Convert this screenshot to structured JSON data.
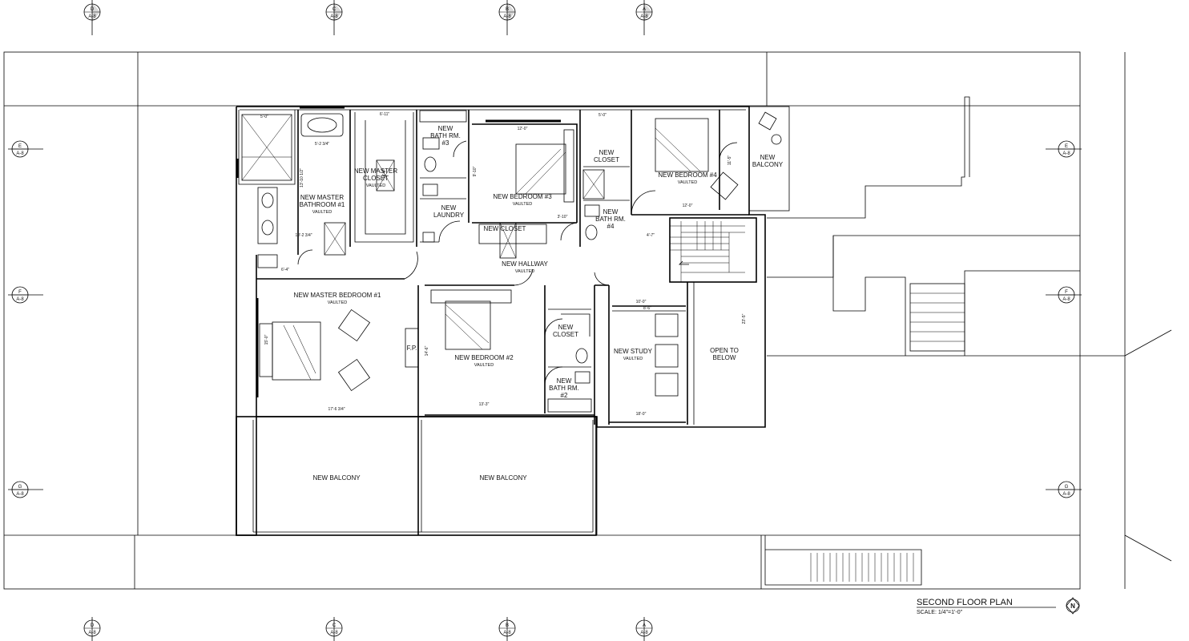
{
  "drawing": {
    "title": "SECOND FLOOR PLAN",
    "scale": "SCALE: 1/4\"=1'-0\"",
    "north_symbol": "N"
  },
  "grid_markers": {
    "top": [
      {
        "letter": "D",
        "sheet": "A-8"
      },
      {
        "letter": "C",
        "sheet": "A-8"
      },
      {
        "letter": "B",
        "sheet": "A-8"
      },
      {
        "letter": "A",
        "sheet": "A-8"
      }
    ],
    "bottom": [
      {
        "letter": "D",
        "sheet": "A-8"
      },
      {
        "letter": "C",
        "sheet": "A-8"
      },
      {
        "letter": "B",
        "sheet": "A-8"
      },
      {
        "letter": "A",
        "sheet": "A-8"
      }
    ],
    "left": [
      {
        "letter": "E",
        "sheet": "A-8"
      },
      {
        "letter": "F",
        "sheet": "A-8"
      },
      {
        "letter": "G",
        "sheet": "A-8"
      }
    ],
    "right": [
      {
        "letter": "E",
        "sheet": "A-8"
      },
      {
        "letter": "F",
        "sheet": "A-8"
      },
      {
        "letter": "G",
        "sheet": "A-8"
      }
    ]
  },
  "rooms": {
    "master_bath": {
      "line1": "NEW MASTER",
      "line2": "BATHROOM #1",
      "note": "VAULTED"
    },
    "master_closet": {
      "line1": "NEW MASTER",
      "line2": "CLOSET",
      "note": "VAULTED"
    },
    "bath3": {
      "line1": "NEW",
      "line2": "BATH RM.",
      "line3": "#3"
    },
    "laundry": {
      "line1": "NEW",
      "line2": "LAUNDRY"
    },
    "bedroom3": {
      "line1": "NEW BEDROOM #3",
      "note": "VAULTED"
    },
    "closet_hall": {
      "line1": "NEW CLOSET"
    },
    "closet4": {
      "line1": "NEW",
      "line2": "CLOSET"
    },
    "bedroom4": {
      "line1": "NEW BEDROOM #4",
      "note": "VAULTED"
    },
    "balcony_ne": {
      "line1": "NEW",
      "line2": "BALCONY"
    },
    "bath4": {
      "line1": "NEW",
      "line2": "BATH RM.",
      "line3": "#4"
    },
    "hallway": {
      "line1": "NEW HALLWAY",
      "note": "VAULTED"
    },
    "master_bedroom": {
      "line1": "NEW MASTER BEDROOM #1",
      "note": "VAULTED"
    },
    "fireplace": {
      "line1": "F.P."
    },
    "bedroom2": {
      "line1": "NEW BEDROOM #2",
      "note": "VAULTED"
    },
    "closet2": {
      "line1": "NEW",
      "line2": "CLOSET"
    },
    "bath2": {
      "line1": "NEW",
      "line2": "BATH RM.",
      "line3": "#2"
    },
    "study": {
      "line1": "NEW STUDY",
      "note": "VAULTED"
    },
    "open_below": {
      "line1": "OPEN TO",
      "line2": "BELOW"
    },
    "balcony_1": {
      "line1": "NEW BALCONY"
    },
    "balcony_2": {
      "line1": "NEW BALCONY"
    }
  },
  "dimensions": {
    "d1": "5'-0\"",
    "d2": "6'-11\"",
    "d3": "5'-2 3/4\"",
    "d4": "13'-10 1/2\"",
    "d5": "14'-0\"",
    "d6": "10'-2 3/4\"",
    "d7": "6'-4\"",
    "d8": "12'-0\"",
    "d9": "9'-10\"",
    "d10": "3'-10\"",
    "d11": "5'-0\"",
    "d12": "12'-0\"",
    "d13": "11'-5\"",
    "d14": "4'-7\"",
    "d15": "17'-6 3/4\"",
    "d16": "13'-3\"",
    "d17": "10'-0\"",
    "d18": "8'-6\"",
    "d19": "18'-0\"",
    "d20": "23'-5\"",
    "d21": "15'-0\"",
    "d22": "14'-6\""
  }
}
